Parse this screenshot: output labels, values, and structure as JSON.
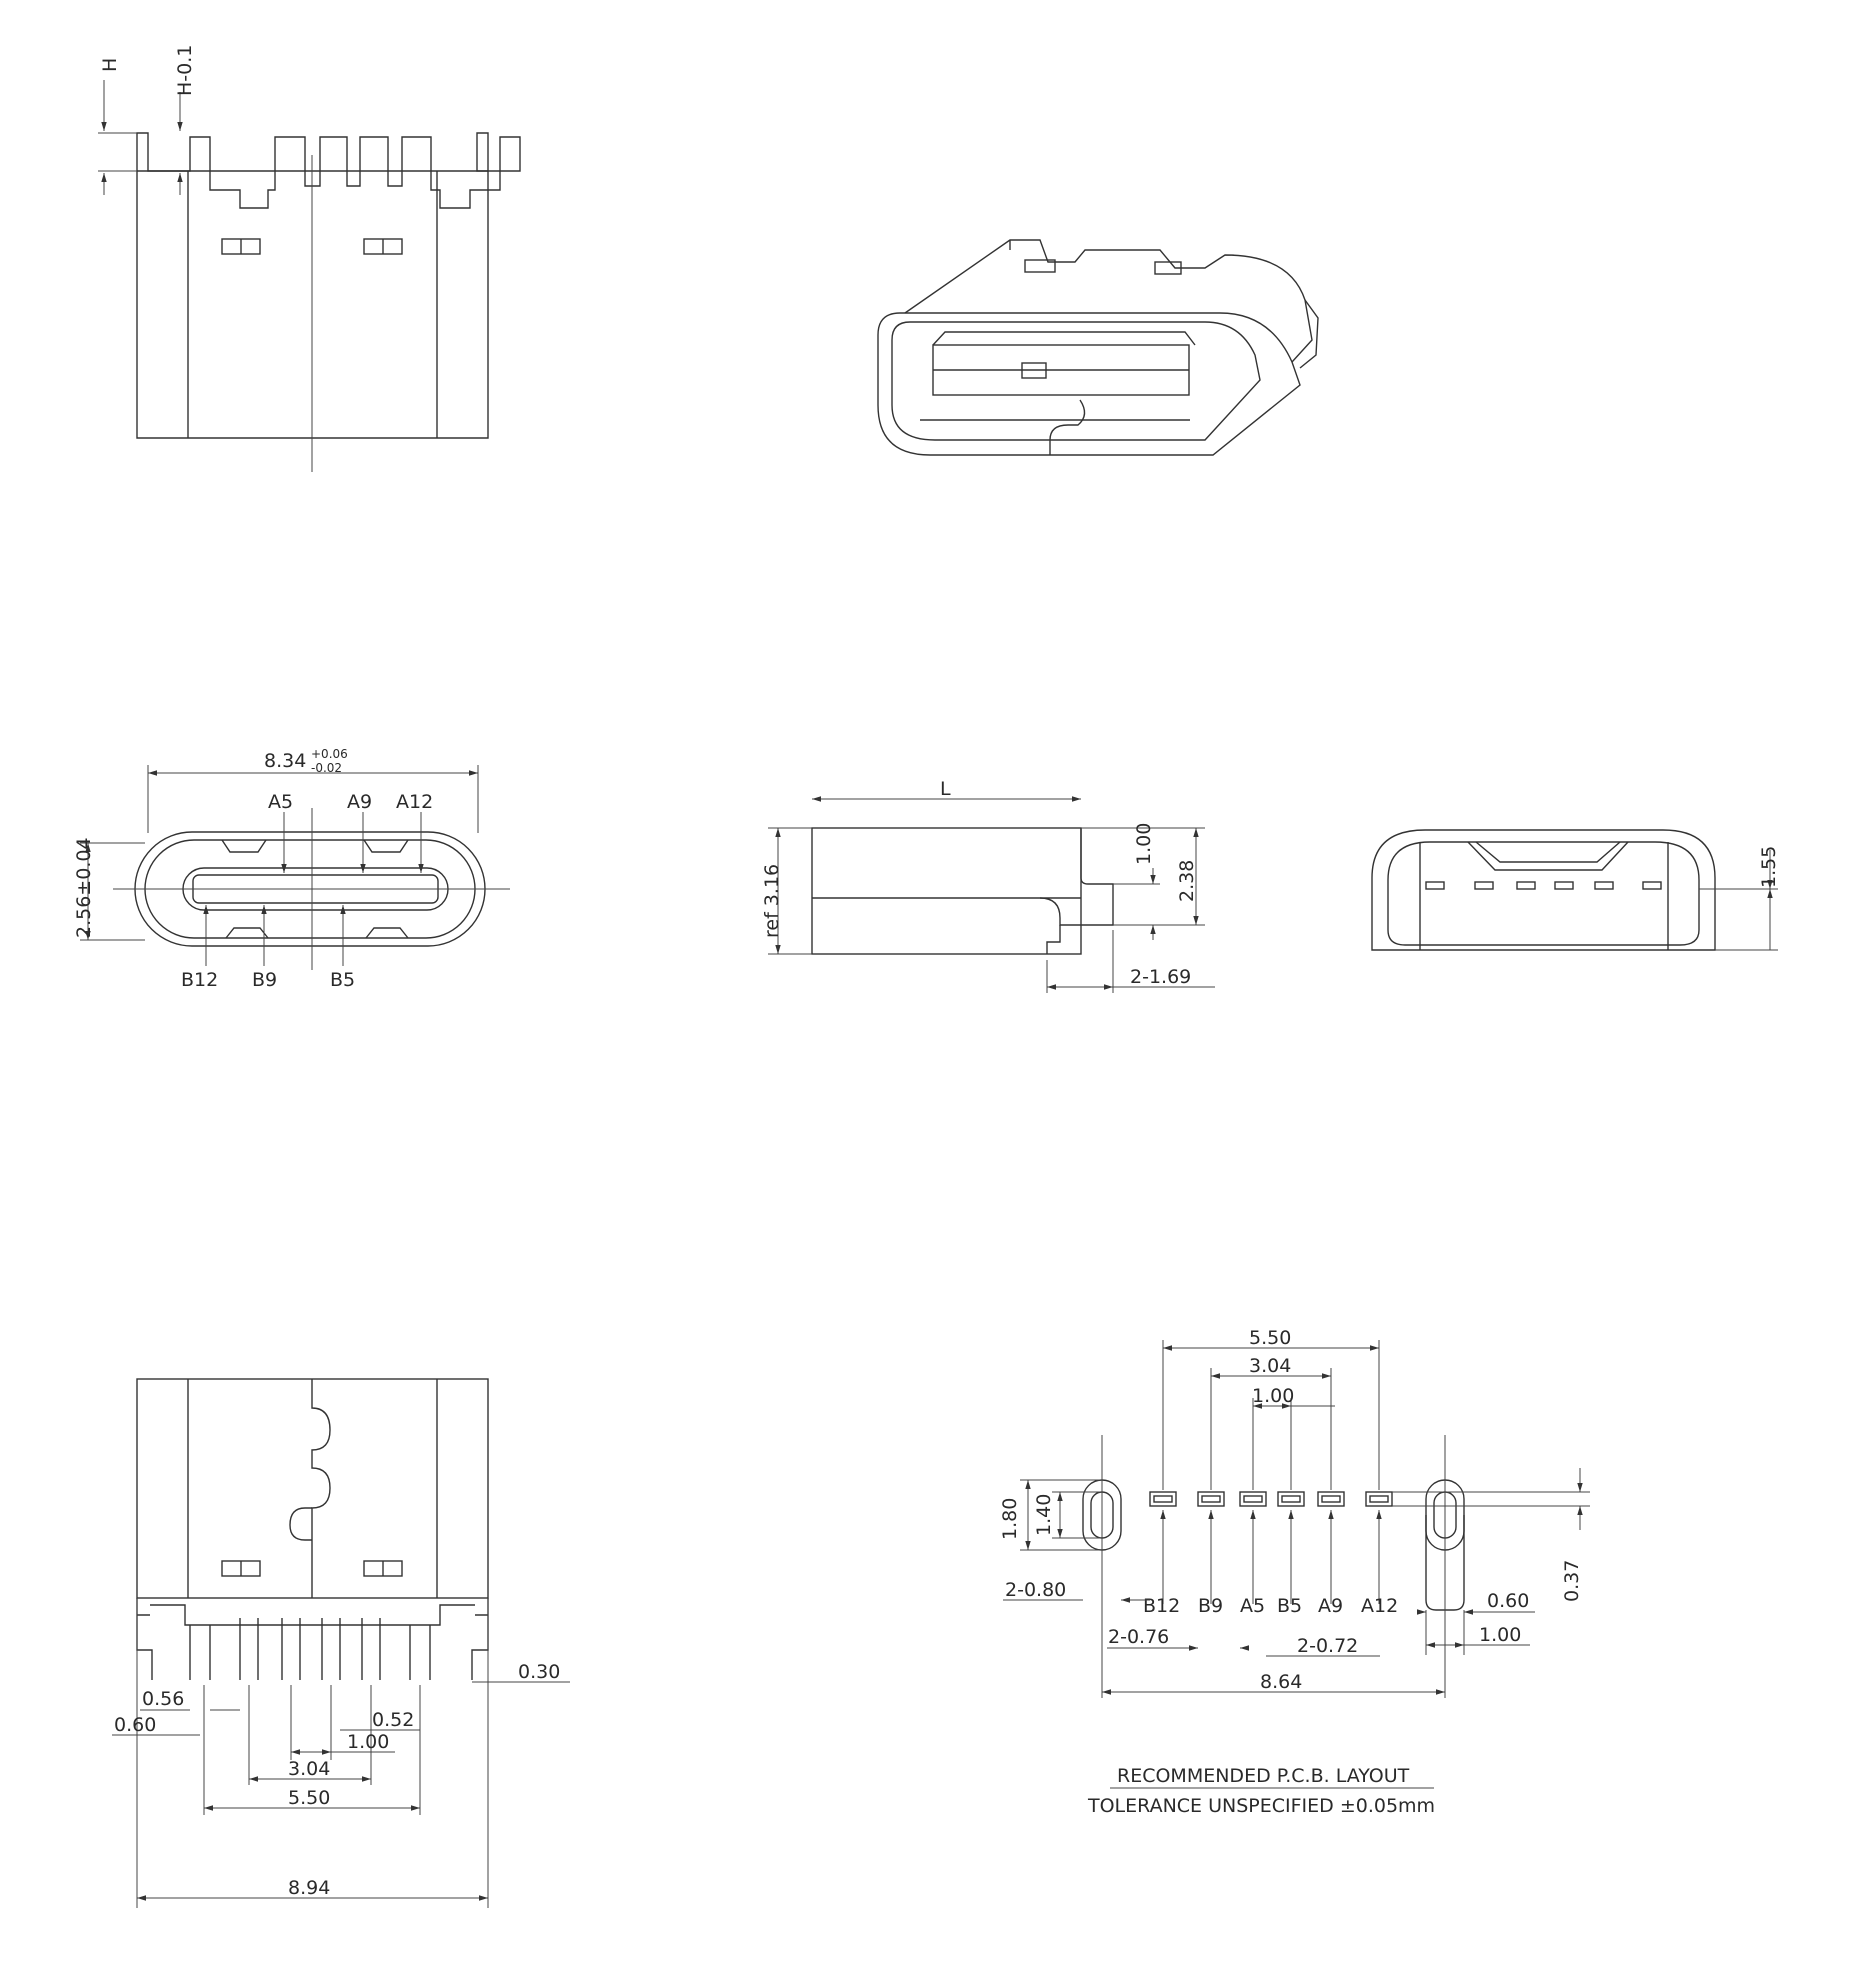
{
  "labels": {
    "H": "H",
    "H_minus": "H-0.1",
    "width_tol": "8.34",
    "tol_plus": "+0.06",
    "tol_minus": "-0.02",
    "A5": "A5",
    "A9": "A9",
    "A12": "A12",
    "B12": "B12",
    "B9": "B9",
    "B5": "B5",
    "height_tol": "2.56±0.04",
    "L": "L",
    "ref": "ref 3.16",
    "d100": "1.00",
    "d238": "2.38",
    "d2169": "2-1.69",
    "d155": "1.55",
    "d056": "0.56",
    "d060": "0.60",
    "d052": "0.52",
    "d030": "0.30",
    "d304": "3.04",
    "d550": "5.50",
    "d894": "8.94",
    "p550": "5.50",
    "p304": "3.04",
    "p100": "1.00",
    "p180": "1.80",
    "p140": "1.40",
    "p037": "0.37",
    "p2080": "2-0.80",
    "p2076": "2-0.76",
    "p2072": "2-0.72",
    "p060": "0.60",
    "p100b": "1.00",
    "p864": "8.64",
    "pB12": "B12",
    "pB9": "B9",
    "pA5": "A5",
    "pB5": "B5",
    "pA9": "A9",
    "pA12": "A12",
    "note1": "RECOMMENDED   P.C.B. LAYOUT",
    "note2": "TOLERANCE UNSPECIFIED ±0.05mm"
  }
}
